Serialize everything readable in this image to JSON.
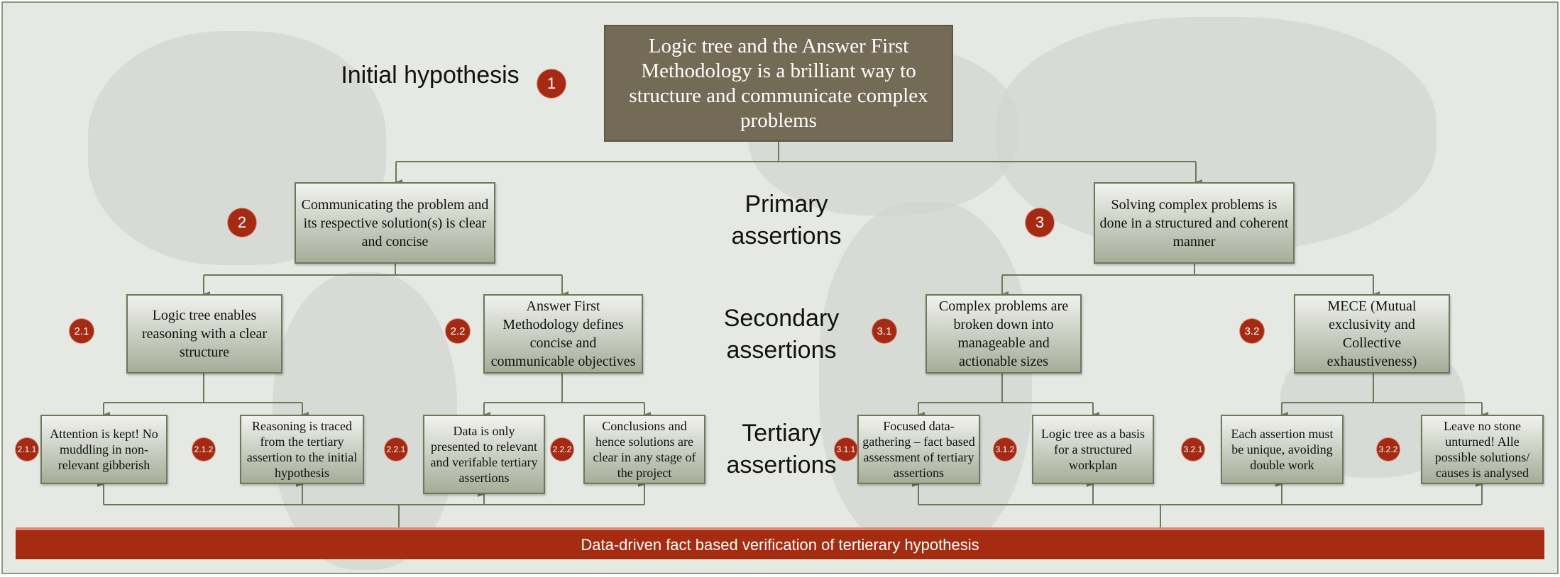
{
  "top": {
    "badge": "1",
    "text": "Logic tree and the Answer First Methodology is a brilliant way to structure and communicate complex problems"
  },
  "levels": {
    "initial": "Initial hypothesis",
    "primary": "Primary assertions",
    "secondary": "Secondary assertions",
    "tertiary": "Tertiary assertions"
  },
  "primary": [
    {
      "badge": "2",
      "text": "Communicating the problem and its respective solution(s) is clear and concise"
    },
    {
      "badge": "3",
      "text": "Solving complex problems is done in a structured and coherent manner"
    }
  ],
  "secondary": [
    {
      "badge": "2.1",
      "text": "Logic tree enables reasoning with a clear structure"
    },
    {
      "badge": "2.2",
      "text": "Answer First Methodology defines concise and communicable objectives"
    },
    {
      "badge": "3.1",
      "text": "Complex problems are broken down into manageable and actionable sizes"
    },
    {
      "badge": "3.2",
      "text": "MECE (Mutual exclusivity and Collective exhaustiveness)"
    }
  ],
  "tertiary": [
    {
      "badge": "2.1.1",
      "text": "Attention is kept! No muddling in non-relevant gibberish"
    },
    {
      "badge": "2.1.2",
      "text": "Reasoning is traced from the tertiary assertion to the initial hypothesis"
    },
    {
      "badge": "2.2.1",
      "text": "Data is only presented to relevant and verifable tertiary assertions"
    },
    {
      "badge": "2.2.2",
      "text": "Conclusions and hence solutions are clear in any stage of the project"
    },
    {
      "badge": "3.1.1",
      "text": "Focused data-gathering – fact based assessment of tertiary assertions"
    },
    {
      "badge": "3.1.2",
      "text": "Logic tree as a basis for a structured workplan"
    },
    {
      "badge": "3.2.1",
      "text": "Each assertion must be unique, avoiding double work"
    },
    {
      "badge": "3.2.2",
      "text": "Leave no stone unturned! Alle possible solutions/ causes is analysed"
    }
  ],
  "bar": {
    "text": "Data-driven fact based verification of tertierary hypothesis"
  },
  "colors": {
    "box_border": "#6b7a57",
    "top_fill": "#736b55",
    "badge": "#a52a14",
    "bar": "#a52c10"
  }
}
